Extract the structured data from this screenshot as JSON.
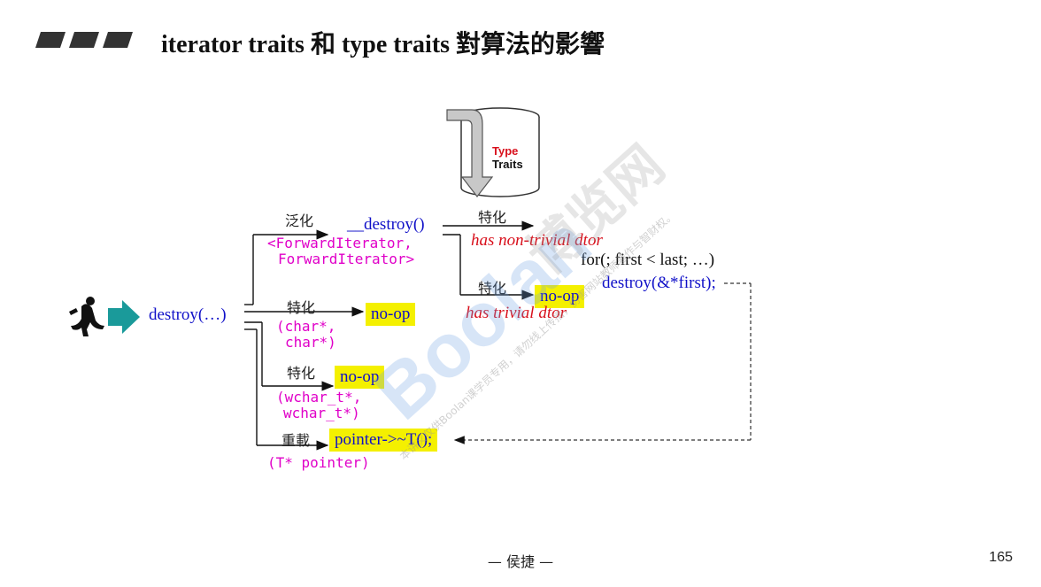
{
  "title": "iterator traits 和 type traits 對算法的影響",
  "cylinder": {
    "line1": "Type",
    "line2": "Traits"
  },
  "entry": {
    "label": "destroy(…)"
  },
  "branches": {
    "generic": {
      "kind": "泛化",
      "call": "__destroy()",
      "params_line1": "<ForwardIterator,",
      "params_line2": "ForwardIterator>"
    },
    "char": {
      "kind": "特化",
      "result": "no-op",
      "params_line1": "(char*,",
      "params_line2": "char*)"
    },
    "wchar": {
      "kind": "特化",
      "result": "no-op",
      "params_line1": "(wchar_t*,",
      "params_line2": "wchar_t*)"
    },
    "overload": {
      "kind": "重載",
      "result": "pointer->~T();",
      "params": "(T* pointer)"
    }
  },
  "subbranches": {
    "nontrivial": {
      "kind": "特化",
      "label": "has non-trivial dtor",
      "loop": "for(; first < last; …)",
      "call": "destroy(&*first);"
    },
    "trivial": {
      "kind": "特化",
      "result": "no-op",
      "label": "has trivial dtor"
    }
  },
  "watermark": {
    "brand": "Boolan",
    "cn": "博览网",
    "note": "本讲义仅供Boolan课学员专用，请勿线上传播，伤害网站教师著作与智财权。"
  },
  "footer": "— 侯捷 —",
  "page_number": "165",
  "colors": {
    "accent_teal": "#1a9a9a",
    "call_blue": "#1010c8",
    "param_magenta": "#e000c8",
    "dtor_red": "#d8101c",
    "highlight": "#f4f000"
  }
}
